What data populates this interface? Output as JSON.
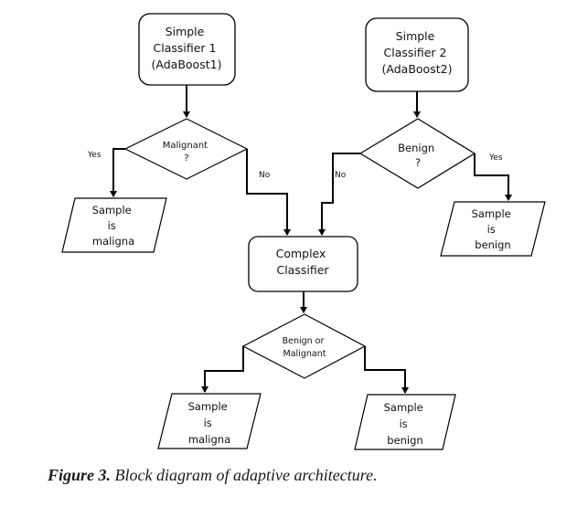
{
  "nodes": {
    "simple1": {
      "lines": [
        "Simple",
        "Classifier 1",
        "(AdaBoost1)"
      ]
    },
    "simple2": {
      "lines": [
        "Simple",
        "Classifier 2",
        "(AdaBoost2)"
      ]
    },
    "malignant_decision": {
      "lines": [
        "Malignant",
        "?"
      ]
    },
    "benign_decision": {
      "lines": [
        "Benign",
        "?"
      ]
    },
    "sample_malig_top": {
      "lines": [
        "Sample",
        "is",
        "maligna"
      ]
    },
    "sample_benign_top": {
      "lines": [
        "Sample",
        "is",
        "benign"
      ]
    },
    "complex": {
      "lines": [
        "Complex",
        "Classifier"
      ]
    },
    "benign_or_malignant": {
      "lines": [
        "Benign or",
        "Malignant"
      ]
    },
    "sample_malig_bottom": {
      "lines": [
        "Sample",
        "is",
        "maligna"
      ]
    },
    "sample_benign_bottom": {
      "lines": [
        "Sample",
        "is",
        "benign"
      ]
    }
  },
  "edge_labels": {
    "yes_left": "Yes",
    "no_left": "No",
    "no_right": "No",
    "yes_right": "Yes"
  },
  "caption": {
    "label": "Figure 3.",
    "text": "Block diagram of adaptive architecture."
  }
}
